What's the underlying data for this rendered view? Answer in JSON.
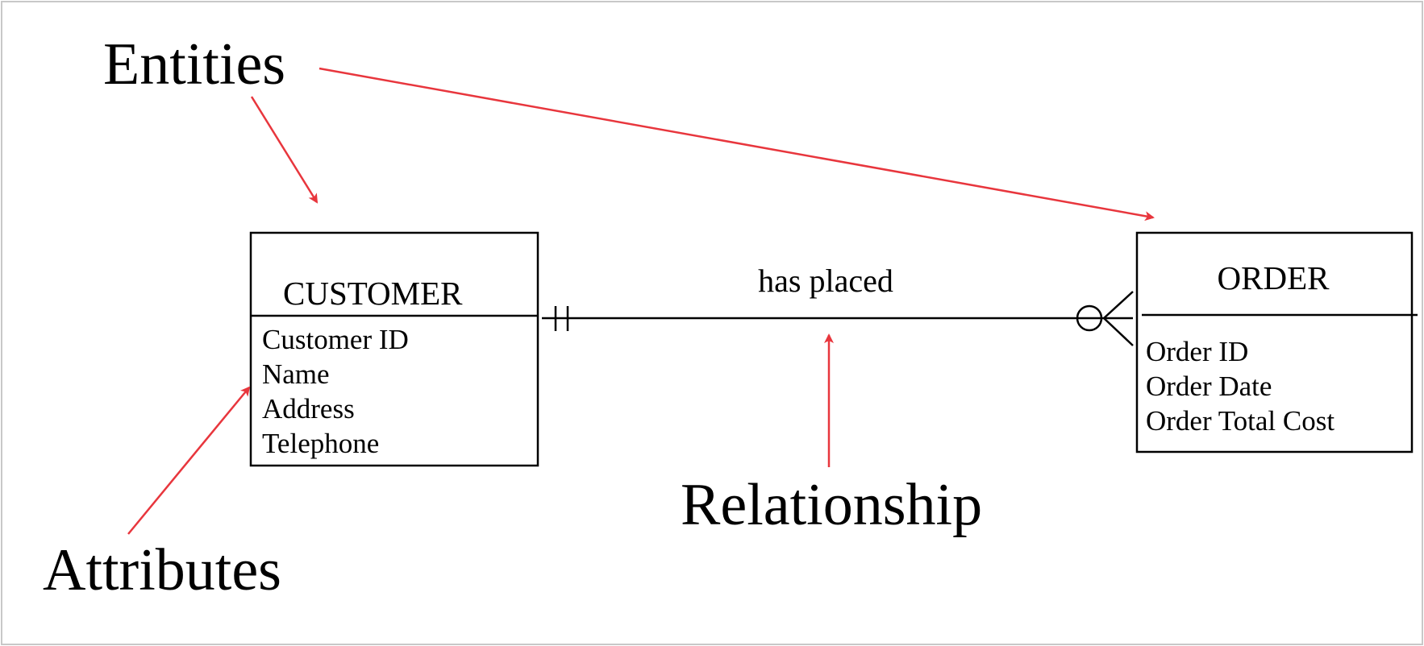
{
  "callouts": {
    "entities": "Entities",
    "attributes": "Attributes",
    "relationship": "Relationship"
  },
  "entities": {
    "customer": {
      "name": "CUSTOMER",
      "attributes": [
        "Customer ID",
        "Name",
        "Address",
        "Telephone"
      ]
    },
    "order": {
      "name": "ORDER",
      "attributes": [
        "Order ID",
        "Order Date",
        "Order Total Cost"
      ]
    }
  },
  "relationship": {
    "label": "has placed",
    "customer_end": "one-and-only-one",
    "order_end": "zero-or-many"
  },
  "colors": {
    "annotation_arrow": "#e8363d",
    "diagram_line": "#000000",
    "frame_border": "#c8c8c8"
  }
}
